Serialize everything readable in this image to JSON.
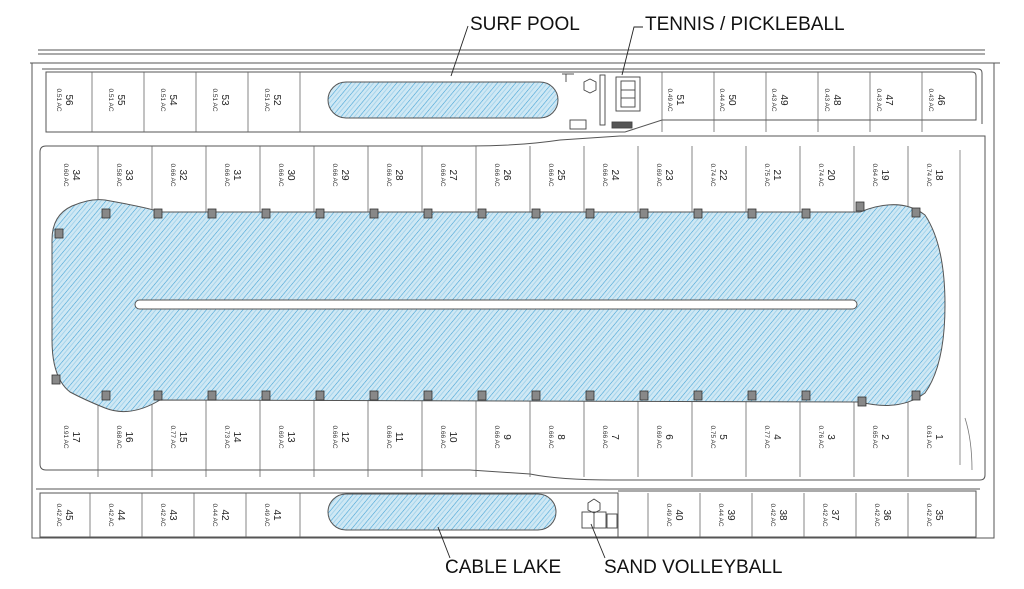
{
  "amenities": {
    "surf_pool": "SURF POOL",
    "tennis": "TENNIS / PICKLEBALL",
    "cable_lake": "CABLE LAKE",
    "sand_volleyball": "SAND VOLLEYBALL"
  },
  "colors": {
    "water": "#bfe0ef",
    "water_hatch": "#4aa8d8",
    "line": "#444444"
  },
  "rows": {
    "top": [
      {
        "num": "56",
        "ac": "0.51 AC"
      },
      {
        "num": "55",
        "ac": "0.51 AC"
      },
      {
        "num": "54",
        "ac": "0.51 AC"
      },
      {
        "num": "53",
        "ac": "0.51 AC"
      },
      {
        "num": "52",
        "ac": "0.51 AC"
      },
      {
        "num": "51",
        "ac": "0.49 AC"
      },
      {
        "num": "50",
        "ac": "0.44 AC"
      },
      {
        "num": "49",
        "ac": "0.43 AC"
      },
      {
        "num": "48",
        "ac": "0.43 AC"
      },
      {
        "num": "47",
        "ac": "0.43 AC"
      },
      {
        "num": "46",
        "ac": "0.43 AC"
      }
    ],
    "upper": [
      {
        "num": "34",
        "ac": "0.60 AC"
      },
      {
        "num": "33",
        "ac": "0.58 AC"
      },
      {
        "num": "32",
        "ac": "0.66 AC"
      },
      {
        "num": "31",
        "ac": "0.66 AC"
      },
      {
        "num": "30",
        "ac": "0.66 AC"
      },
      {
        "num": "29",
        "ac": "0.66 AC"
      },
      {
        "num": "28",
        "ac": "0.66 AC"
      },
      {
        "num": "27",
        "ac": "0.66 AC"
      },
      {
        "num": "26",
        "ac": "0.66 AC"
      },
      {
        "num": "25",
        "ac": "0.66 AC"
      },
      {
        "num": "24",
        "ac": "0.66 AC"
      },
      {
        "num": "23",
        "ac": "0.69 AC"
      },
      {
        "num": "22",
        "ac": "0.74 AC"
      },
      {
        "num": "21",
        "ac": "0.75 AC"
      },
      {
        "num": "20",
        "ac": "0.74 AC"
      },
      {
        "num": "19",
        "ac": "0.64 AC"
      },
      {
        "num": "18",
        "ac": "0.74 AC"
      }
    ],
    "lower": [
      {
        "num": "17",
        "ac": "0.91 AC"
      },
      {
        "num": "16",
        "ac": "0.68 AC"
      },
      {
        "num": "15",
        "ac": "0.77 AC"
      },
      {
        "num": "14",
        "ac": "0.73 AC"
      },
      {
        "num": "13",
        "ac": "0.69 AC"
      },
      {
        "num": "12",
        "ac": "0.66 AC"
      },
      {
        "num": "11",
        "ac": "0.66 AC"
      },
      {
        "num": "10",
        "ac": "0.66 AC"
      },
      {
        "num": "9",
        "ac": "0.66 AC"
      },
      {
        "num": "8",
        "ac": "0.66 AC"
      },
      {
        "num": "7",
        "ac": "0.66 AC"
      },
      {
        "num": "6",
        "ac": "0.69 AC"
      },
      {
        "num": "5",
        "ac": "0.75 AC"
      },
      {
        "num": "4",
        "ac": "0.77 AC"
      },
      {
        "num": "3",
        "ac": "0.76 AC"
      },
      {
        "num": "2",
        "ac": "0.65 AC"
      },
      {
        "num": "1",
        "ac": "0.61 AC"
      }
    ],
    "bottom": [
      {
        "num": "45",
        "ac": "0.42 AC"
      },
      {
        "num": "44",
        "ac": "0.42 AC"
      },
      {
        "num": "43",
        "ac": "0.42 AC"
      },
      {
        "num": "42",
        "ac": "0.44 AC"
      },
      {
        "num": "41",
        "ac": "0.49 AC"
      },
      {
        "num": "40",
        "ac": "0.49 AC"
      },
      {
        "num": "39",
        "ac": "0.44 AC"
      },
      {
        "num": "38",
        "ac": "0.42 AC"
      },
      {
        "num": "37",
        "ac": "0.42 AC"
      },
      {
        "num": "36",
        "ac": "0.42 AC"
      },
      {
        "num": "35",
        "ac": "0.42 AC"
      }
    ]
  }
}
